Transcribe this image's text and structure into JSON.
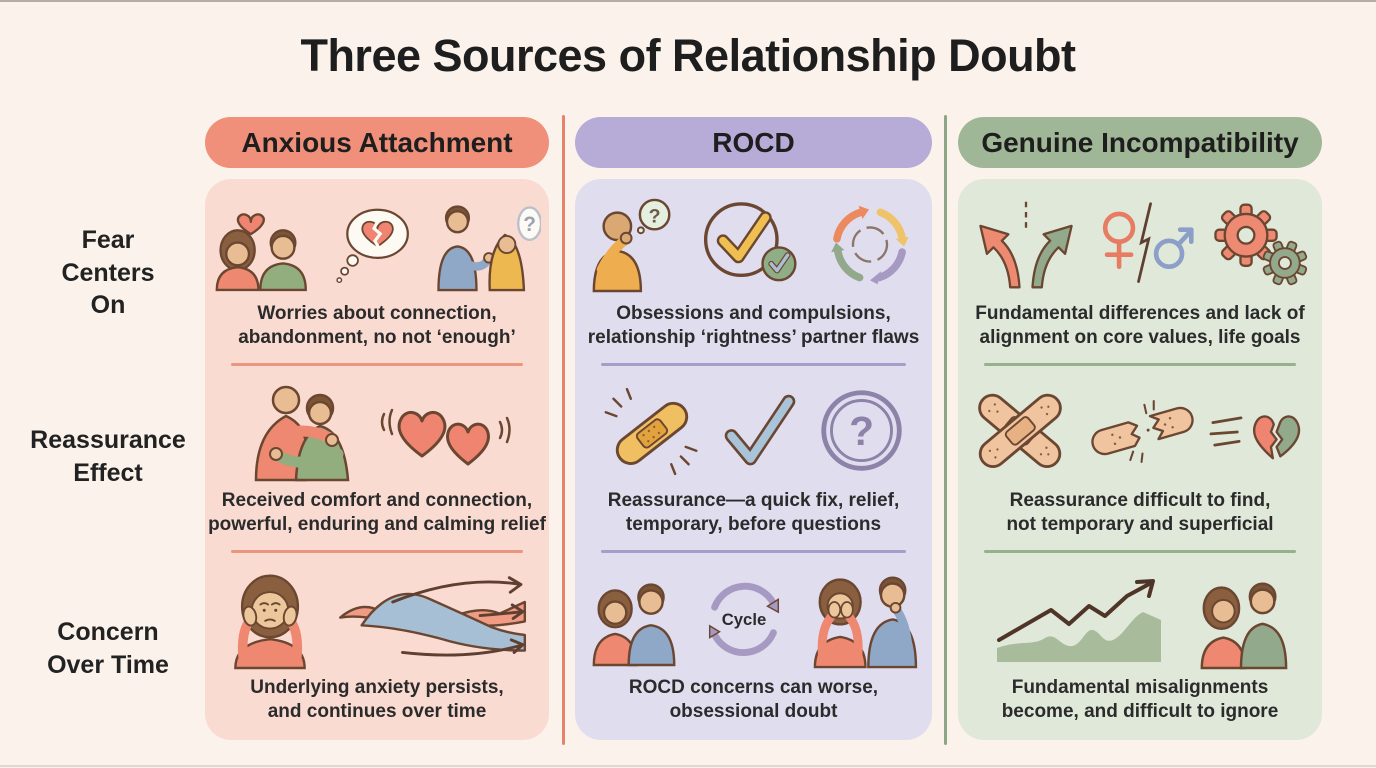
{
  "title": "Three Sources of Relationship Doubt",
  "rows": [
    {
      "label": "Fear Centers On",
      "lines": [
        "Fear",
        "Centers",
        "On"
      ]
    },
    {
      "label": "Reassurance Effect",
      "lines": [
        "Reassurance",
        "Effect"
      ]
    },
    {
      "label": "Concern Over Time",
      "lines": [
        "Concern",
        "Over Time"
      ]
    }
  ],
  "glyphs": {
    "question_mark": "?"
  },
  "columns": [
    {
      "header": "Anxious Attachment",
      "accent_color": "#f0907a",
      "panel_color": "#f9dbd2",
      "cells": [
        {
          "row": "Fear Centers On",
          "line1": "Worries about connection,",
          "line2": "abandonment, no not ‘enough’",
          "icons": [
            "couple-with-heart-icon",
            "thought-bubble-broken-heart-icon",
            "couple-with-question-cloud-icon"
          ]
        },
        {
          "row": "Reassurance Effect",
          "line1": "Received comfort and connection,",
          "line2": "powerful, enduring and calming relief",
          "icons": [
            "hugging-couple-icon",
            "two-hearts-icon"
          ]
        },
        {
          "row": "Concern Over Time",
          "line1": "Underlying anxiety persists,",
          "line2": "and continues over time",
          "icons": [
            "anxious-woman-icon",
            "flowing-waves-arrows-icon"
          ]
        }
      ]
    },
    {
      "header": "ROCD",
      "accent_color": "#b7abd8",
      "panel_color": "#e0ddef",
      "cells": [
        {
          "row": "Fear Centers On",
          "line1": "Obsessions and compulsions,",
          "line2": "relationship ‘rightness’ partner flaws",
          "icons": [
            "worried-person-question-icon",
            "double-checkmark-circle-icon",
            "cycle-arrows-icon"
          ]
        },
        {
          "row": "Reassurance Effect",
          "line1": "Reassurance—a quick fix, relief,",
          "line2": "temporary, before questions",
          "icons": [
            "bandage-icon",
            "checkmark-icon",
            "question-mark-circle-icon"
          ]
        },
        {
          "row": "Concern Over Time",
          "line1": "ROCD concerns can worse,",
          "line2": "obsessional doubt",
          "cycle_label": "Cycle",
          "icons": [
            "couple-icon",
            "cycle-loop-icon",
            "distressed-couple-icon"
          ]
        }
      ]
    },
    {
      "header": "Genuine Incompatibility",
      "accent_color": "#a0b797",
      "panel_color": "#dfe8d9",
      "cells": [
        {
          "row": "Fear Centers On",
          "line1": "Fundamental differences and lack of",
          "line2": "alignment on core values, life goals",
          "icons": [
            "diverging-arrows-icon",
            "gender-symbols-clash-icon",
            "gears-icon"
          ]
        },
        {
          "row": "Reassurance Effect",
          "line1": "Reassurance difficult to find,",
          "line2": "not temporary and superficial",
          "icons": [
            "crossed-bandages-icon",
            "broken-bandage-icon",
            "broken-heart-icon"
          ]
        },
        {
          "row": "Concern Over Time",
          "line1": "Fundamental misalignments",
          "line2": "become, and difficult to ignore",
          "icons": [
            "rising-trend-chart-icon",
            "facing-couple-icon"
          ]
        }
      ]
    }
  ],
  "colors": {
    "background": "#fbf3eb",
    "title_text": "#1e1e1e",
    "anxious_accent": "#f0907a",
    "anxious_panel": "#f9dbd2",
    "anxious_divider": "#e8836b",
    "rocd_accent": "#b7abd8",
    "rocd_panel": "#e0ddef",
    "incompatibility_accent": "#a0b797",
    "incompatibility_panel": "#dfe8d9",
    "incompatibility_divider": "#8ba585"
  }
}
